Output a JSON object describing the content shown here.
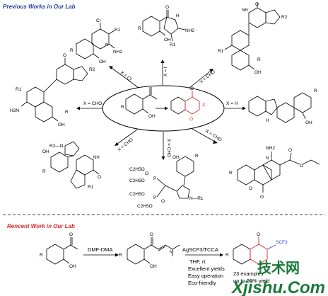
{
  "headers": {
    "previous": "Previous Works in Our Lab",
    "recent": "Rencent Work in Our Lab"
  },
  "colors": {
    "header": "#1f3b9b",
    "red": "#d42a2a",
    "blue": "#2a4ad4",
    "watermark": "#1a7a3a"
  },
  "arrows": {
    "top_left": "X = Cl",
    "top": "X = I",
    "top_right": "X = CHO",
    "left": "X = CHO",
    "right": "X = H",
    "bottom_left": "X = CHO",
    "bottom": "X = CHO",
    "bottom_right": "X = CHO"
  },
  "atoms": {
    "x_red": "X",
    "o": "O",
    "oh": "OH",
    "nh2": "NH2",
    "h2n": "H2N",
    "nh": "NH",
    "n": "N",
    "h": "H",
    "r": "R",
    "r1": "R1",
    "r2": "R2",
    "cl": "Cl",
    "p": "P",
    "c2h5o": "C2H5O",
    "n_r1": "N—R1",
    "r2n": "R2—N"
  },
  "reaction": {
    "reagent1": "DMF-DMA",
    "reagent2": "AgSCF3/TCCA",
    "cond1": "THF, rt",
    "cond2": "Excellent yields",
    "cond3": "Easy operation",
    "cond4": "Eco-friendly",
    "examples": "23 examples",
    "yield": "up to 96% yield",
    "product_label": "SCF3"
  },
  "watermark": {
    "cn": "技术网",
    "en": "Xjishu.Com"
  }
}
